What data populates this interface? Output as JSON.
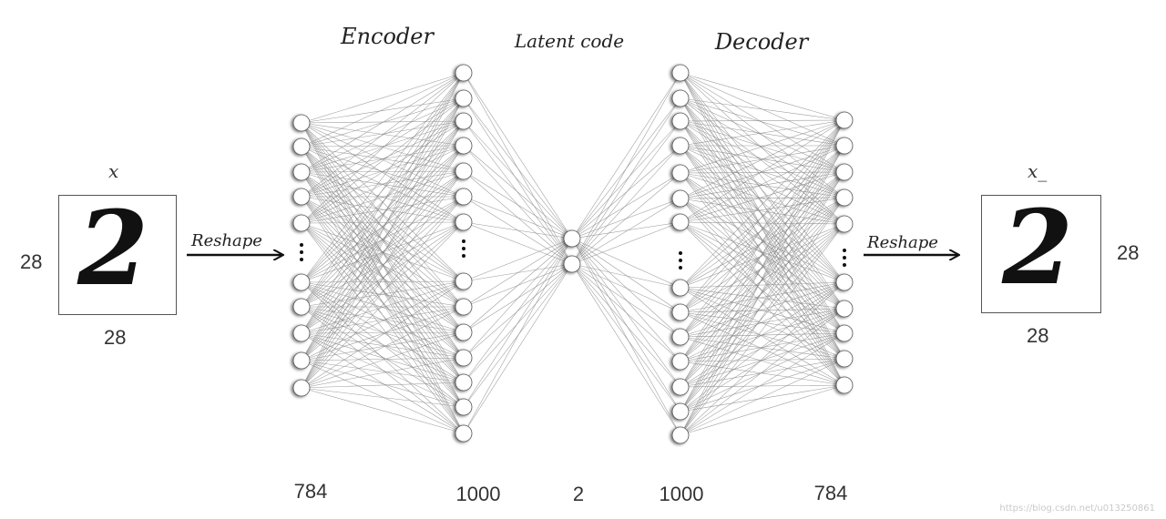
{
  "titles": {
    "encoder": "Encoder",
    "latent": "Latent code",
    "decoder": "Decoder"
  },
  "input": {
    "label": "x",
    "height_label": "28",
    "width_label": "28",
    "glyph": "2",
    "arrow_label": "Reshape"
  },
  "output": {
    "label": "x_",
    "height_label": "28",
    "width_label": "28",
    "glyph": "2",
    "arrow_label": "Reshape"
  },
  "layers": [
    {
      "name": "input-layer",
      "size_label": "784"
    },
    {
      "name": "encoder-hidden-layer",
      "size_label": "1000"
    },
    {
      "name": "latent-layer",
      "size_label": "2"
    },
    {
      "name": "decoder-hidden-layer",
      "size_label": "1000"
    },
    {
      "name": "output-layer",
      "size_label": "784"
    }
  ],
  "watermark": "https://blog.csdn.net/u013250861",
  "colors": {
    "edge": "#8a8a8a",
    "node_fill": "#ffffff",
    "node_stroke": "#555555",
    "ink": "#111111"
  }
}
